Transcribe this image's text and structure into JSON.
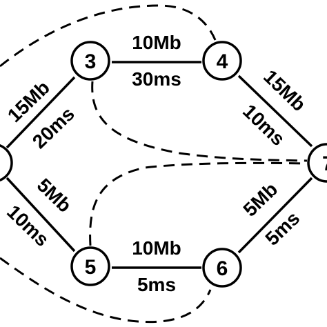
{
  "nodes": {
    "n3": {
      "label": "3"
    },
    "n4": {
      "label": "4"
    },
    "n5": {
      "label": "5"
    },
    "n6": {
      "label": "6"
    },
    "n7": {
      "label": "7"
    }
  },
  "links": {
    "n3_n4": {
      "bandwidth": "10Mb",
      "delay": "30ms"
    },
    "n4_n7": {
      "bandwidth": "15Mb",
      "delay": "10ms"
    },
    "n1_n3": {
      "bandwidth": "15Mb",
      "delay": "20ms"
    },
    "n1_n5": {
      "bandwidth": "5Mb",
      "delay": "10ms"
    },
    "n5_n6": {
      "bandwidth": "10Mb",
      "delay": "5ms"
    },
    "n6_n7": {
      "bandwidth": "5Mb",
      "delay": "5ms"
    }
  }
}
